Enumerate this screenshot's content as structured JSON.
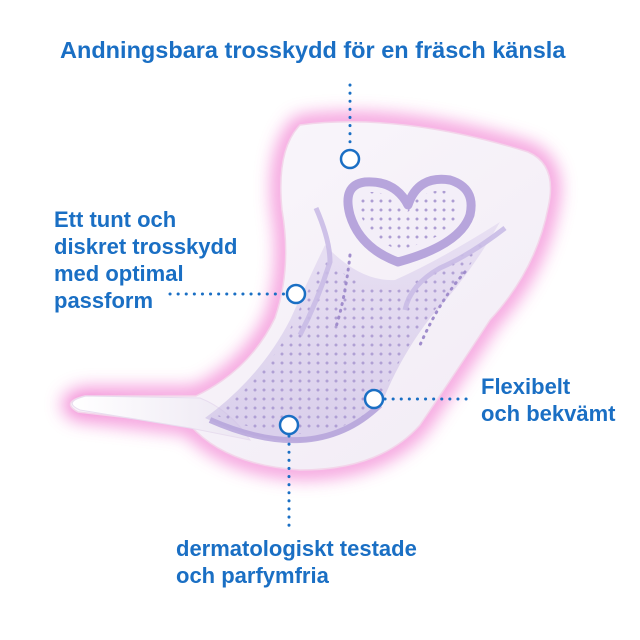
{
  "colors": {
    "callout_blue": "#1a6fc4",
    "pad_glow": "#f07ac8",
    "pad_surface": "#f7f3fa",
    "pad_core": "#b8a6da",
    "pad_dots": "#a08dcc"
  },
  "callouts": [
    {
      "lines": [
        "Andningsbara trosskydd för en fräsch känsla"
      ]
    },
    {
      "lines": [
        "Ett tunt och",
        "diskret trosskydd",
        "med optimal",
        "passform"
      ]
    },
    {
      "lines": [
        "Flexibelt",
        "och bekvämt"
      ]
    },
    {
      "lines": [
        "dermatologiskt testade",
        "och parfymfria"
      ]
    }
  ],
  "icons": [
    "callout-marker-circle",
    "dotted-leader-line"
  ]
}
